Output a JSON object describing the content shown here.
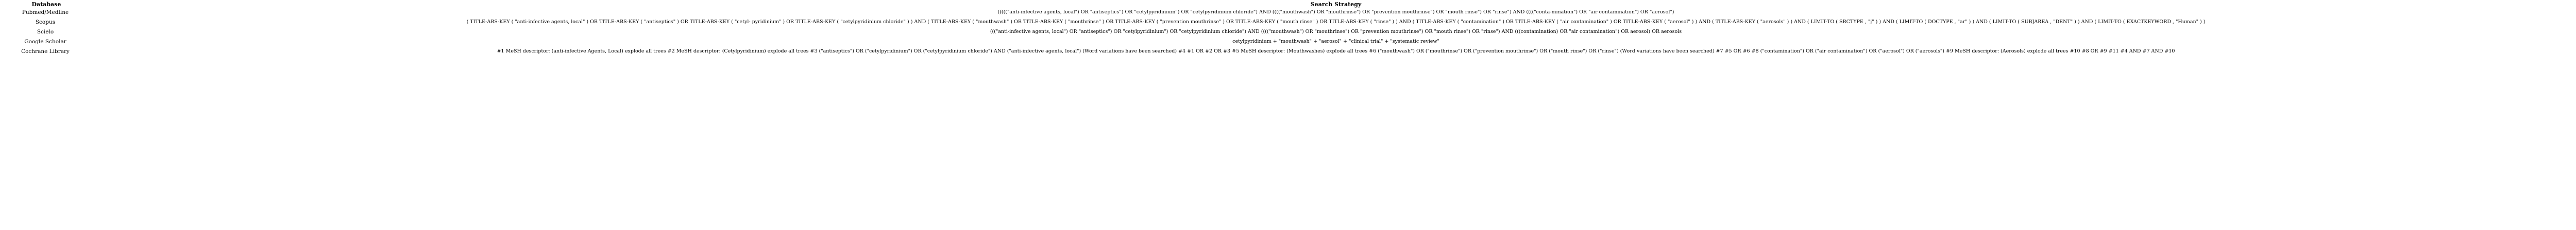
{
  "table": {
    "headers": {
      "database": "Database",
      "strategy": "Search Strategy"
    },
    "rows": [
      {
        "database": "Pubmed/Medline",
        "strategy": "(((((\"anti-infective agents, local\") OR \"antiseptics\") OR \"cetylpyridinium\") OR \"cetylpyridinium chloride\") AND ((((\"mouthwash\") OR \"mouthrinse\") OR \"prevention mouthrinse\") OR \"mouth rinse\") OR \"rinse\") AND ((((\"conta-mination\") OR \"air contamination\") OR \"aerosol\")"
      },
      {
        "database": "Scopus",
        "strategy": "( TITLE-ABS-KEY ( \"anti-infective agents, local\" ) OR TITLE-ABS-KEY ( \"antiseptics\" ) OR TITLE-ABS-KEY ( \"cetyl- pyridinium\" ) OR TITLE-ABS-KEY ( \"cetylpyridinium chloride\" ) ) AND ( TITLE-ABS-KEY ( \"mouthwash\" ) OR TITLE-ABS-KEY ( \"mouthrinse\" ) OR TITLE-ABS-KEY ( \"prevention mouthrinse\" ) OR TITLE-ABS-KEY ( \"mouth rinse\" ) OR TITLE-ABS-KEY ( \"rinse\" ) ) AND ( TITLE-ABS-KEY ( \"contamination\" ) OR TITLE-ABS-KEY ( \"air contamination\" ) OR TITLE-ABS-KEY ( \"aerosol\" ) ) AND ( TITLE-ABS-KEY ( \"aerosols\" ) ) AND ( LIMIT-TO ( SRCTYPE , \"j\" ) ) AND ( LIMIT-TO ( DOCTYPE , \"ar\" ) ) AND ( LIMIT-TO ( SUBJAREA , \"DENT\" ) ) AND ( LIMIT-TO ( EXACTKEYWORD , \"Human\" ) )"
      },
      {
        "database": "Scielo",
        "strategy": "(((\"anti-infective agents, local\") OR \"antiseptics\") OR \"cetylpyridinium\") OR \"cetylpyridinium chloride\") AND ((((\"mouthwash\") OR \"mouthrinse\") OR \"prevention mouthrinse\") OR \"mouth rinse\") OR \"rinse\") AND (((contamination) OR \"air contamination\") OR aerosol) OR aerosols"
      },
      {
        "database": "Google Scholar",
        "strategy": "cetylpyridinium + \"mouthwash\" + \"aerosol\" + \"clinical trial\" + \"systematic review\""
      },
      {
        "database": "Cochrane Library",
        "strategy": "#1 MeSH descriptor: (anti-infective Agents, Local) explode all trees  #2 MeSH descriptor: (Cetylpyridinium) explode all trees  #3 (\"antiseptics\") OR (\"cetylpyridinium\") OR (\"cetylpyridinium chloride\") AND (\"anti-infective agents, local\") (Word variations have been searched)  #4 #1 OR #2 OR #3  #5 MeSH descriptor: (Mouthwashes) explode all trees  #6 (\"mouthwash\") OR (\"mouthrinse\") OR (\"prevention mouthrinse\") OR (\"mouth rinse\") OR (\"rinse\") (Word variations have been searched)  #7 #5 OR #6  #8 (\"contamination\") OR (\"air contamination\") OR (\"aerosol\") OR (\"aerosols\")  #9 MeSH descriptor: (Aerosols) explode all trees  #10 #8 OR #9  #11 #4 AND #7 AND #10"
      }
    ]
  }
}
